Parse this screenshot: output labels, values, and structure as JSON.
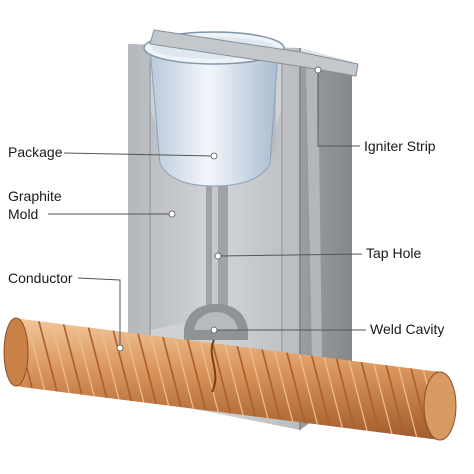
{
  "labels": {
    "package": "Package",
    "graphite_mold_line1": "Graphite",
    "graphite_mold_line2": "Mold",
    "conductor": "Conductor",
    "igniter_strip": "Igniter Strip",
    "tap_hole": "Tap Hole",
    "weld_cavity": "Weld Cavity"
  },
  "colors": {
    "mold_light": "#c9cbce",
    "mold_mid": "#a9acb0",
    "mold_dark": "#8d9094",
    "copper": "#d9925a",
    "copper_dark": "#a8602f",
    "copper_light": "#f0c090",
    "cup_body": "#dfe9f3",
    "leader": "#555555",
    "dot": "#ffffff"
  }
}
